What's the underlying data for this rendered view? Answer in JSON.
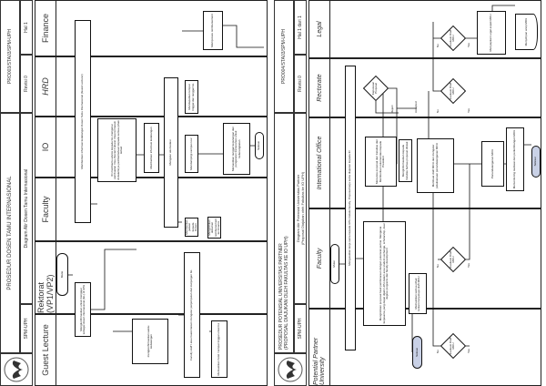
{
  "page1": {
    "title": "PROSEDUR DOSEN TAMU INTERNASIONAL",
    "code": "PRO003/STA03/SPM-UPH",
    "dept": "SPM-UPH",
    "diagram": "Diagram Alir Dosen Tamu Internasional",
    "revision": "Revisi 0",
    "page": "Hal 1",
    "lanes": [
      "Guest Lecture",
      "Rektorat (VP1/VP2)",
      "Faculty",
      "IO",
      "HRD",
      "Finance"
    ],
    "steps": {
      "start": "Mulai",
      "confirm": "Mengkonfirmasikan untuk mengajar sebagai dosen internasional (GL) di UPH",
      "inform": "Memberikan informasi kedatangan Dosen Tamu Internasional (Guest Lecturer)",
      "arrival": "mengkonfirmasikan waktu kedatangan",
      "visa": "IO membantu advice kepada GL mengenai pembuatan Visa (Social Cultural Visa) termasuk di dalamnya pemberitahuan kepada semua pihak terkait",
      "info": "Memberikan informasi kedatangan",
      "accommodation": "Mengatur akomodasi",
      "liaison": "Faculty staff / atau Guest liaison mengatur penjemputan dan kunjungan GL",
      "schedule": "Memberikan jadwal kepada Dosen",
      "finance_docs": "Mengirimkan dokumen reimbursement ke Finance",
      "housing": "Mendapatkan tempat tinggal dan tanggal GL",
      "tour": "Mendampingi campus tour",
      "reimburse": "Memproses reimbursement",
      "return": "Memastikan tanggal kepulangan dan pengaturan transportasi untuk keberangkatan",
      "hotel": "Memastikan hotel / tempat tinggal untuk GL",
      "end": "Selesai"
    }
  },
  "page2": {
    "title": "PROSEDUR POTENSIAL UNIVERSITAS PARTNER",
    "title2": "(PROPOSAL DIAJUKAN OLEH FAKULTAS KE IO UPH)",
    "code": "PRO004/STA03/SPM-UPH",
    "dept": "SPM-UPH",
    "diagram": "Diagram Alir Potensial Universitas Partner",
    "diagram2": "(Proposal Diajukan oleh Fakultas ke IO UPH)",
    "revision": "Revisi 0",
    "page": "Hal 1 dari 1",
    "lanes": [
      "Potential Partner University",
      "Faculty",
      "International Office",
      "Rectorate",
      "Legal"
    ],
    "steps": {
      "start": "Mulai",
      "propose": "Mengusulkan kerja sama kepada UPH melalui faculty, Proposal kerja sama diajukan kepada IO",
      "send_proposal": "Mengirimkan proposal hasil pembicaraan dengan potensial partner. Mengenai kerjasama yang dapat dijalin UPH dalam area student exchange, scholarship, dual degree programs dan faculty development",
      "ensure": "Memastikan semua pihak terkait menyetujui draft MOU",
      "review": "Mereview proposal dari Fakultas dan Memberikan rekomendasi kepada President",
      "reject_info": "Menginformasikan kepada fakultas bahwa proposal ditolak",
      "draft": "Membuat draft MOU dan mengatur pelaksanaan penandatanganan MOU",
      "decision": "Keputusan Proposal",
      "evaluate": "Evaluasi Draft MOU",
      "sign": "Penandatanganan MOU",
      "legal": "Menyiapkan Legal aspek MOU",
      "archive": "Menyimpan arsip MOU",
      "monitor": "Memonitoring realisasi dan perkembangan MOU",
      "end": "Selesai",
      "reject": "Reject",
      "accepted": "Accepted",
      "no": "No",
      "yes": "Yes"
    }
  }
}
